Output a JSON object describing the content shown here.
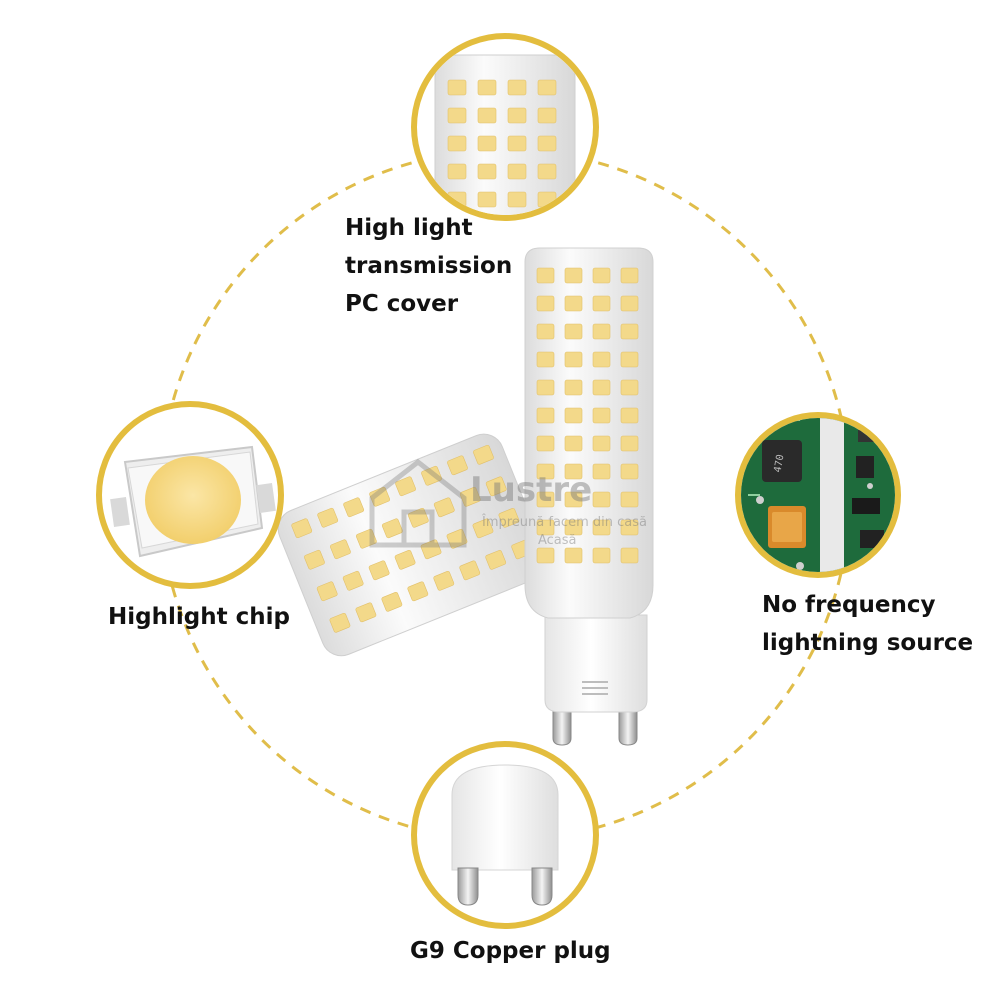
{
  "features": {
    "cover": {
      "lines": [
        "High light",
        "transmission",
        "PC cover"
      ]
    },
    "chip": {
      "label": "Highlight chip"
    },
    "source": {
      "lines": [
        "No frequency",
        "lightning source"
      ]
    },
    "plug": {
      "label": "G9 Copper plug"
    }
  },
  "watermark": {
    "brand": "Lustre",
    "tagline": "Împreună facem din casă",
    "sub": "Acasă"
  },
  "colors": {
    "ring": "#e3bd3e",
    "dashed_circle": "#e0bd4a",
    "led_chip": "#f3d98a",
    "pcb_green": "#1e6b3c"
  }
}
